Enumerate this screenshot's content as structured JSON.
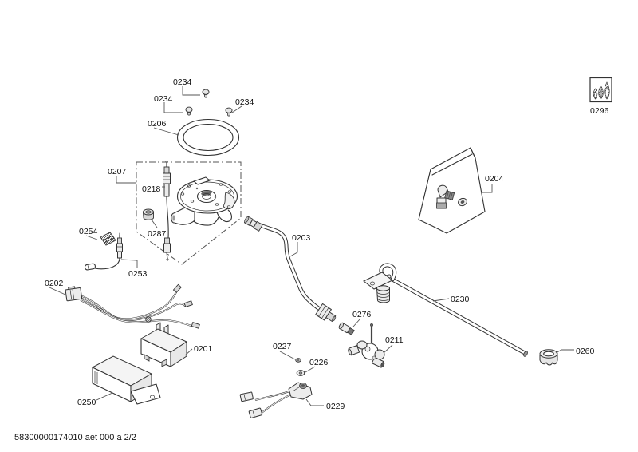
{
  "page": {
    "footer_code": "58300000174010 aet 000 a 2/2"
  },
  "diagram": {
    "line_color": "#333333",
    "label_color": "#111111",
    "labels": {
      "screw_top": "0234",
      "screw_left": "0234",
      "screw_right": "0234",
      "burner_ring": "0206",
      "burner_group_box": "0207",
      "electrode_long": "0218",
      "nut_small": "0287",
      "terminal_block": "0254",
      "electrode_short": "0253",
      "wiring_harness": "0202",
      "bracket_small": "0201",
      "bracket_long": "0250",
      "gas_pipe_curved": "0203",
      "accessory_bag": "0204",
      "gas_pipe_long": "0230",
      "nozzle": "0276",
      "gas_valve": "0211",
      "ring_clip": "0227",
      "washer": "0226",
      "micro_switch": "0229",
      "lock_nut": "0260",
      "flame_symbol": "0296"
    }
  }
}
